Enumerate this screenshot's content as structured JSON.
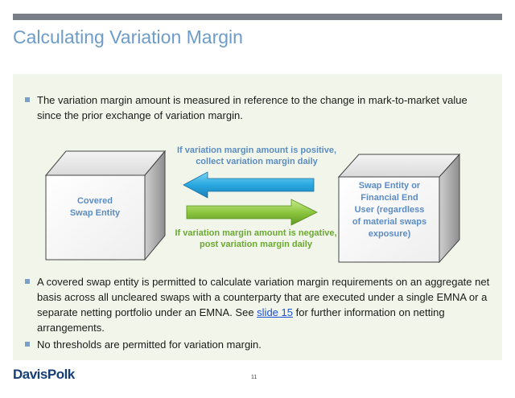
{
  "title": "Calculating Variation Margin",
  "bullets": {
    "intro": "The variation margin amount is measured in reference to the change in mark-to-market value since the prior exchange of variation margin.",
    "aggregate_before": "A covered swap entity is permitted to calculate variation margin requirements on an aggregate net basis across all uncleared swaps with a counterparty that are executed under a single EMNA or a separate netting portfolio under an EMNA.  See ",
    "aggregate_link": "slide 15",
    "aggregate_after": " for further information on netting arrangements.",
    "thresholds": "No thresholds are permitted for variation margin."
  },
  "diagram": {
    "left_box": [
      "Covered",
      "Swap Entity"
    ],
    "right_box": [
      "Swap Entity or",
      "Financial End",
      "User (regardless",
      "of material swaps",
      "exposure)"
    ],
    "top_arrow": [
      "If variation margin amount is positive,",
      "collect variation margin daily"
    ],
    "bottom_arrow": [
      "If variation margin amount is negative,",
      "post variation margin daily"
    ],
    "colors": {
      "top_arrow": "#29a8e0",
      "bottom_arrow": "#8cc63f",
      "top_text": "#5b8cc4",
      "bottom_text": "#6aa832"
    }
  },
  "footer": {
    "logo": "DavisPolk",
    "page_number": "11"
  }
}
